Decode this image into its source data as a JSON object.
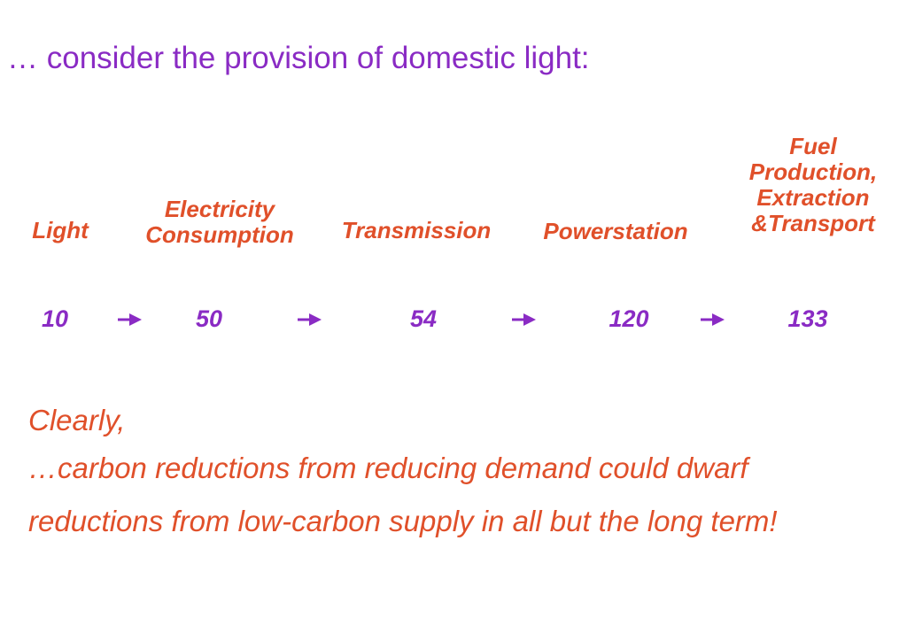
{
  "heading": "… consider the provision of domestic light:",
  "stages": [
    {
      "label": "Light",
      "value": "10"
    },
    {
      "label": "Electricity\nConsumption",
      "value": "50"
    },
    {
      "label": "Transmission",
      "value": "54"
    },
    {
      "label": "Powerstation",
      "value": "120"
    },
    {
      "label": "Fuel\nProduction,\nExtraction\n&Transport",
      "value": "133"
    }
  ],
  "conclusion": {
    "line1": "Clearly,",
    "line2": "…carbon reductions from reducing demand could dwarf",
    "line3": "reductions from low-carbon supply in all but the long term!"
  },
  "colors": {
    "purple": "#8a2bc4",
    "orange": "#e0502a"
  },
  "icons": {
    "arrow": "right-arrow-icon"
  }
}
